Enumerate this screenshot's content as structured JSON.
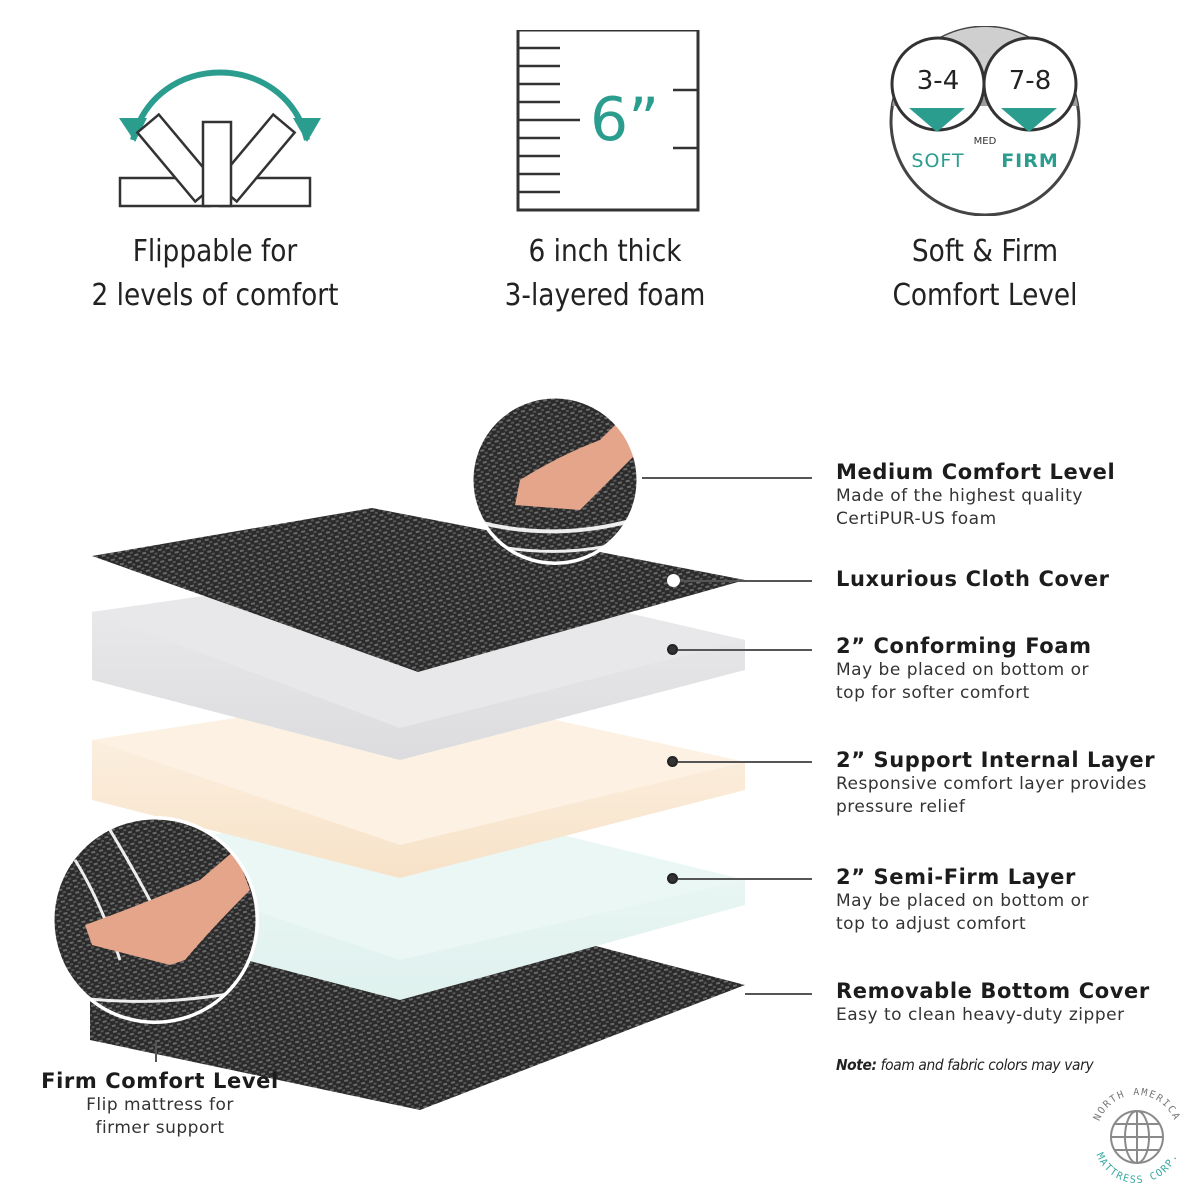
{
  "colors": {
    "accent_teal": "#2a9d8f",
    "cover_dark": "#2b2b2b",
    "conforming_foam": "#e4e4e6",
    "support_layer": "#fbeedd",
    "semi_firm_layer": "#e3f4f1",
    "text_dark": "#1c1c1c"
  },
  "features": [
    {
      "icon": "flip-arrows-icon",
      "caption_line1": "Flippable for",
      "caption_line2": "2 levels of comfort"
    },
    {
      "icon": "ruler-icon",
      "measure_label": "6”",
      "caption_line1": "6 inch thick",
      "caption_line2": "3-layered foam"
    },
    {
      "icon": "comfort-scale-icon",
      "soft_value": "3-4",
      "firm_value": "7-8",
      "med_label": "MED",
      "soft_label": "SOFT",
      "firm_label": "FIRM",
      "caption_line1": "Soft & Firm",
      "caption_line2": "Comfort Level"
    }
  ],
  "callouts": [
    {
      "title": "Medium Comfort Level",
      "desc_line1": "Made of the highest quality",
      "desc_line2": "CertiPUR-US foam"
    },
    {
      "title": "Luxurious Cloth Cover",
      "desc_line1": "",
      "desc_line2": ""
    },
    {
      "title": "2” Conforming Foam",
      "desc_line1": "May be placed on bottom or",
      "desc_line2": "top for softer comfort"
    },
    {
      "title": "2” Support Internal Layer",
      "desc_line1": "Responsive comfort layer provides",
      "desc_line2": "pressure relief"
    },
    {
      "title": "2” Semi-Firm Layer",
      "desc_line1": "May be placed on bottom or",
      "desc_line2": "top to adjust comfort"
    },
    {
      "title": "Removable Bottom Cover",
      "desc_line1": "Easy to clean heavy-duty zipper",
      "desc_line2": ""
    }
  ],
  "firm_callout": {
    "title": "Firm Comfort Level",
    "desc_line1": "Flip mattress for",
    "desc_line2": "firmer support"
  },
  "note": {
    "label": "Note:",
    "text": " foam and fabric colors may vary"
  },
  "logo": {
    "top_text": "NORTH AMERICA",
    "bottom_text": "MATTRESS CORP."
  }
}
